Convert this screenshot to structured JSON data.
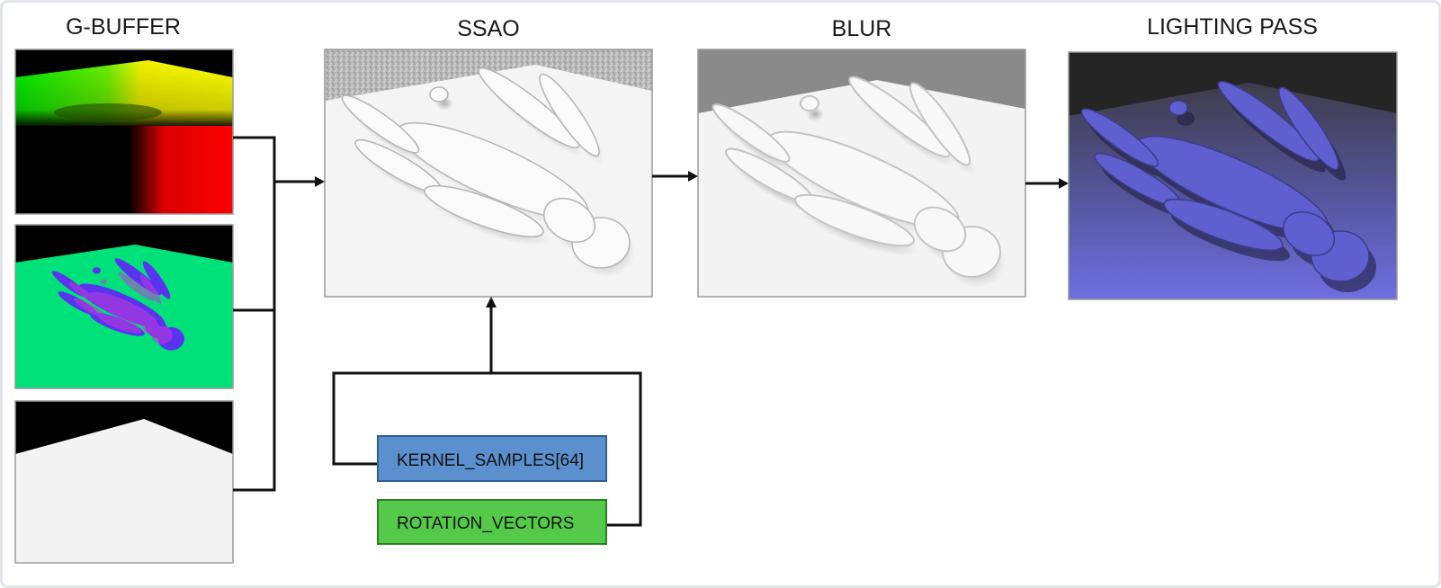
{
  "stages": {
    "gbuffer": "G-BUFFER",
    "ssao": "SSAO",
    "blur": "BLUR",
    "lighting": "LIGHTING PASS"
  },
  "inputs": {
    "kernel": "KERNEL_SAMPLES[64]",
    "rotation": "ROTATION_VECTORS"
  },
  "colors": {
    "kernel_box": "#5b8fcd",
    "rotation_box": "#55c94a",
    "normal_bg": "#00e17a",
    "lighting_tint": "#6666d8"
  }
}
